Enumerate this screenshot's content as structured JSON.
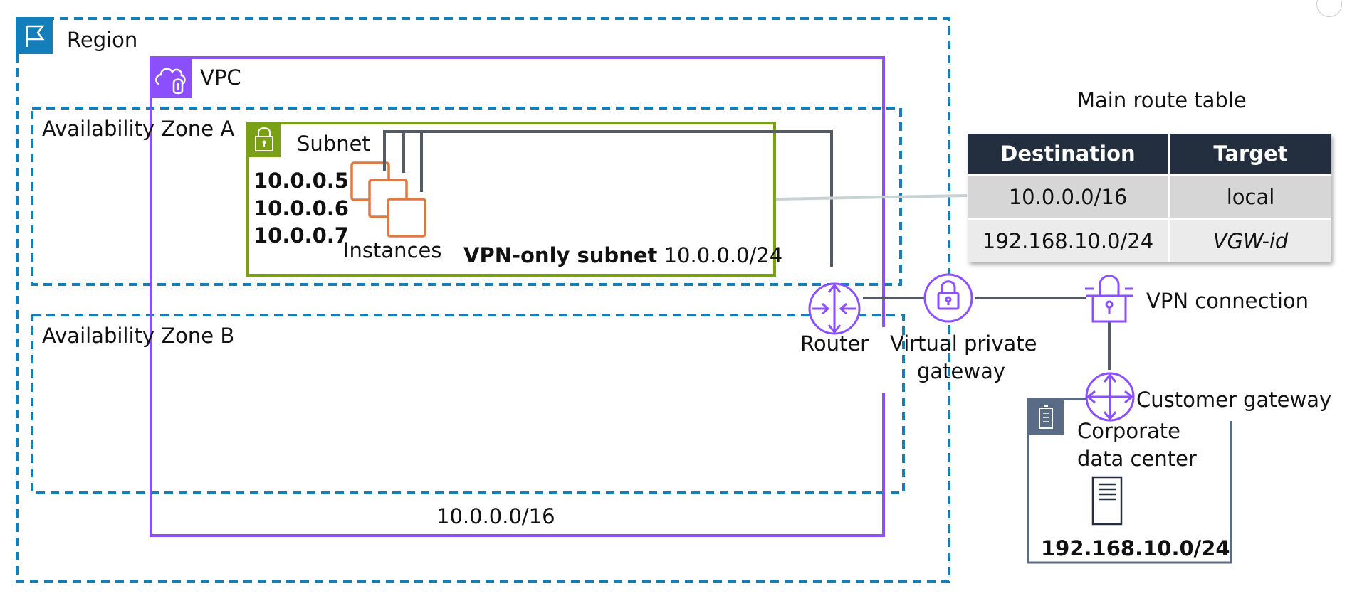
{
  "region": {
    "label": "Region"
  },
  "vpc": {
    "label": "VPC",
    "cidr": "10.0.0.0/16"
  },
  "zones": [
    {
      "label": "Availability Zone A"
    },
    {
      "label": "Availability Zone B"
    }
  ],
  "subnet": {
    "label": "Subnet",
    "name": "VPN-only subnet",
    "cidr": "10.0.0.0/24",
    "ips": [
      "10.0.0.5",
      "10.0.0.6",
      "10.0.0.7"
    ],
    "instances_label": "Instances"
  },
  "router": {
    "label": "Router"
  },
  "vgw": {
    "label_line1": "Virtual private",
    "label_line2": "gateway"
  },
  "vpn": {
    "label": "VPN connection"
  },
  "cgw": {
    "label": "Customer gateway"
  },
  "datacenter": {
    "label_line1": "Corporate",
    "label_line2": "data center",
    "cidr": "192.168.10.0/24"
  },
  "route_table": {
    "title": "Main route table",
    "headers": [
      "Destination",
      "Target"
    ],
    "rows": [
      {
        "destination": "10.0.0.0/16",
        "target": "local"
      },
      {
        "destination": "192.168.10.0/24",
        "target": "VGW-id"
      }
    ]
  },
  "colors": {
    "region": "#147eba",
    "vpc": "#8c4fff",
    "subnet": "#7aa116",
    "instance": "#e07941",
    "connector": "#545b64",
    "datacenter": "#5a6b86",
    "table_header": "#232f3e"
  }
}
